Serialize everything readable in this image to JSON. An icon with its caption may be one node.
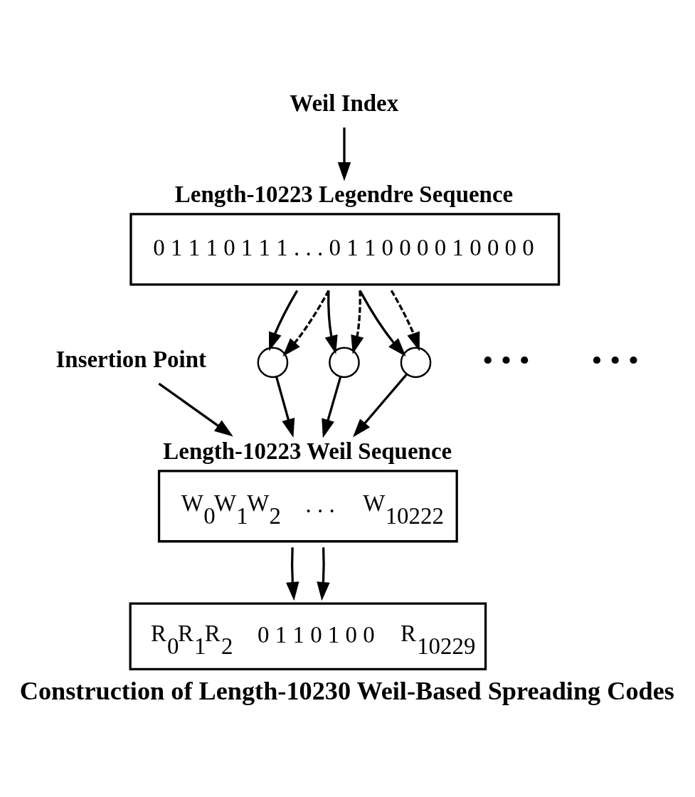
{
  "diagram": {
    "caption": "Construction of Length-10230 Weil-Based Spreading Codes",
    "nodes": [
      {
        "text": [
          "Length-10223 Legendre Sequence",
          "0 1 1 1 0 1 1 1 . . . 0 1 1 0 0 0 0 1 0 0 0 0"
        ]
      },
      {
        "text": [],
        "shape": "circle"
      },
      {
        "text": [],
        "shape": "circle"
      },
      {
        "text": [],
        "shape": "circle"
      },
      {
        "text": [
          "Length-10223 Weil Sequence",
          "W$_{0}$W$_{1}$W$_{2}$",
          ". . .",
          "W$_{10222}$"
        ]
      },
      {
        "text": [
          "Weil Index"
        ]
      },
      {
        "text": [
          "Insertion Point"
        ]
      },
      {
        "text": [
          "R$_{0}$R$_{1}$R$_{2}$",
          "0 1 1 0 1 0 0",
          "R$_{10229}$"
        ]
      }
    ],
    "edges": [
      {
        "from": 0,
        "to": 1,
        "arrow": "to"
      },
      {
        "from": 0,
        "to": 2,
        "arrow": "to"
      },
      {
        "from": 0,
        "to": 3,
        "arrow": "to"
      },
      {
        "from": 0,
        "to": 1,
        "arrow": "to",
        "style": "dashed"
      },
      {
        "from": 0,
        "to": 2,
        "arrow": "to",
        "style": "dashed"
      },
      {
        "from": 0,
        "to": 3,
        "arrow": "to",
        "style": "dashed"
      },
      {
        "from": 1,
        "to": 4,
        "arrow": "to"
      },
      {
        "from": 2,
        "to": 4,
        "arrow": "to"
      },
      {
        "from": 3,
        "to": 4,
        "arrow": "to"
      },
      {
        "from": 5,
        "to": 0,
        "arrow": "to"
      },
      {
        "from": 6,
        "to": 4,
        "arrow": "to"
      },
      {
        "from": 4,
        "to": 7,
        "arrow": "to"
      },
      {
        "from": 4,
        "to": 7,
        "arrow": "to"
      }
    ],
    "labels": [
      "• • •",
      "• • •"
    ]
  }
}
